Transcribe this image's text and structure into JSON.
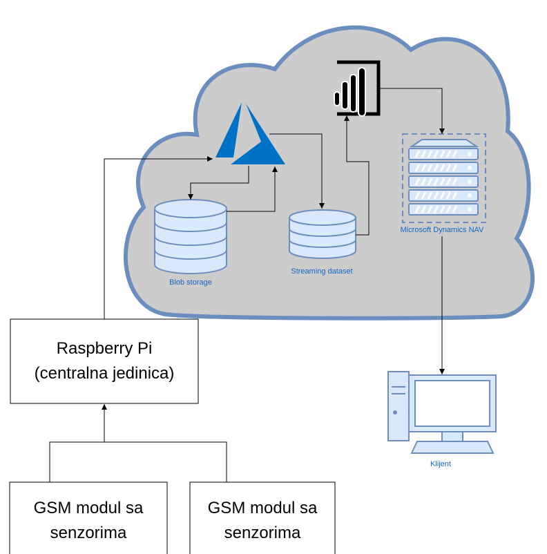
{
  "nodes": {
    "raspberry": {
      "line1": "Raspberry Pi",
      "line2": "(centralna jedinica)"
    },
    "gsm_left": {
      "line1": "GSM modul sa",
      "line2": "senzorima"
    },
    "gsm_right": {
      "line1": "GSM modul sa",
      "line2": "senzorima"
    },
    "blob": {
      "label": "Blob storage"
    },
    "streaming": {
      "label": "Streaming dataset"
    },
    "nav": {
      "label": "Microsoft Dynamics NAV"
    },
    "client": {
      "label": "Klijent"
    },
    "azure": {
      "icon": "azure-logo-icon"
    },
    "powerbi": {
      "icon": "power-bi-icon"
    }
  },
  "colors": {
    "cloud_fill": "#cccccc",
    "cloud_stroke": "#6c8ebf",
    "azure_blue": "#0072c6",
    "label_blue": "#1565c0",
    "icon_fill": "#dae8fc"
  }
}
